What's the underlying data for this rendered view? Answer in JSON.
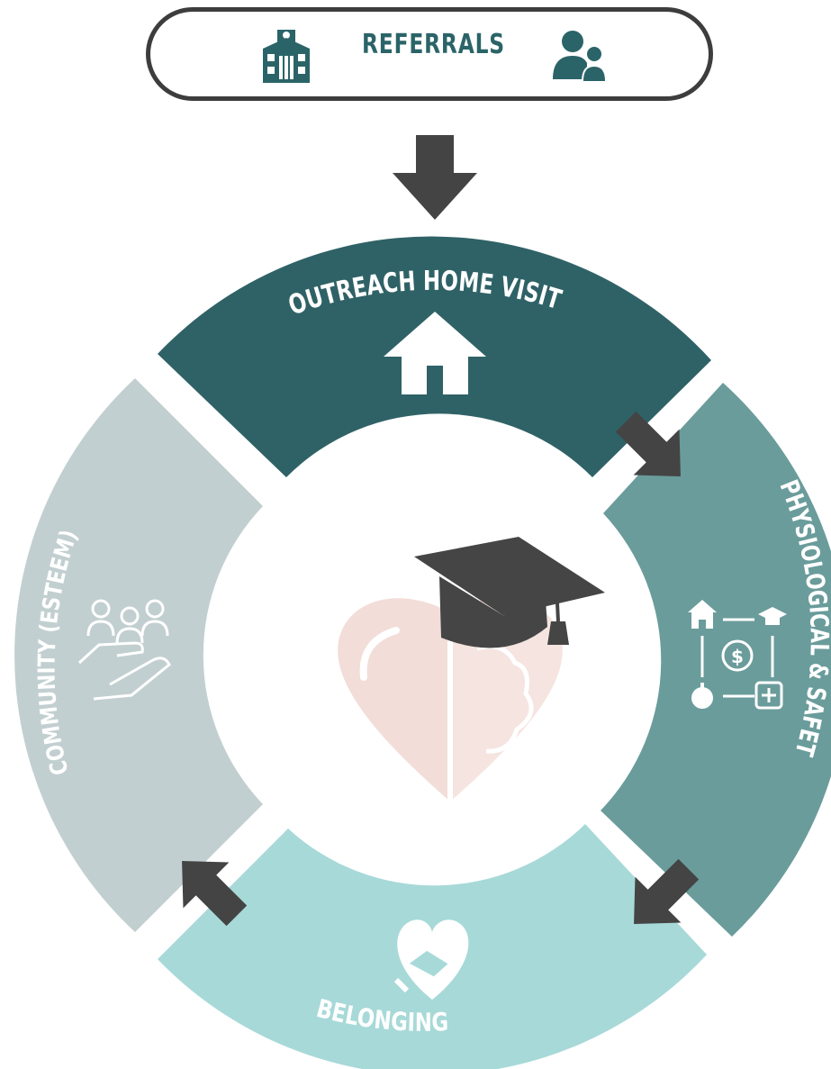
{
  "header": {
    "title": "REFERRALS",
    "left_icon": "school-building-icon",
    "right_icon": "users-icon"
  },
  "cycle": {
    "segments": [
      {
        "label": "OUTREACH HOME VISIT",
        "icon": "house-icon",
        "color": "#2f6266"
      },
      {
        "label": "PHYSIOLOGICAL & SAFETY",
        "icon": "needs-network-icon",
        "color": "#6a9c9b"
      },
      {
        "label": "BELONGING",
        "icon": "handshake-heart-icon",
        "color": "#a7d9d8"
      },
      {
        "label": "COMMUNITY (ESTEEM)",
        "icon": "hand-holding-people-icon",
        "color": "#c2cfd0"
      }
    ],
    "center_icons": [
      "heart-brain-icon",
      "graduation-cap-icon"
    ]
  },
  "colors": {
    "arrow": "#444444",
    "accent": "#2b6468",
    "center_heart": "#f2ddd8"
  }
}
